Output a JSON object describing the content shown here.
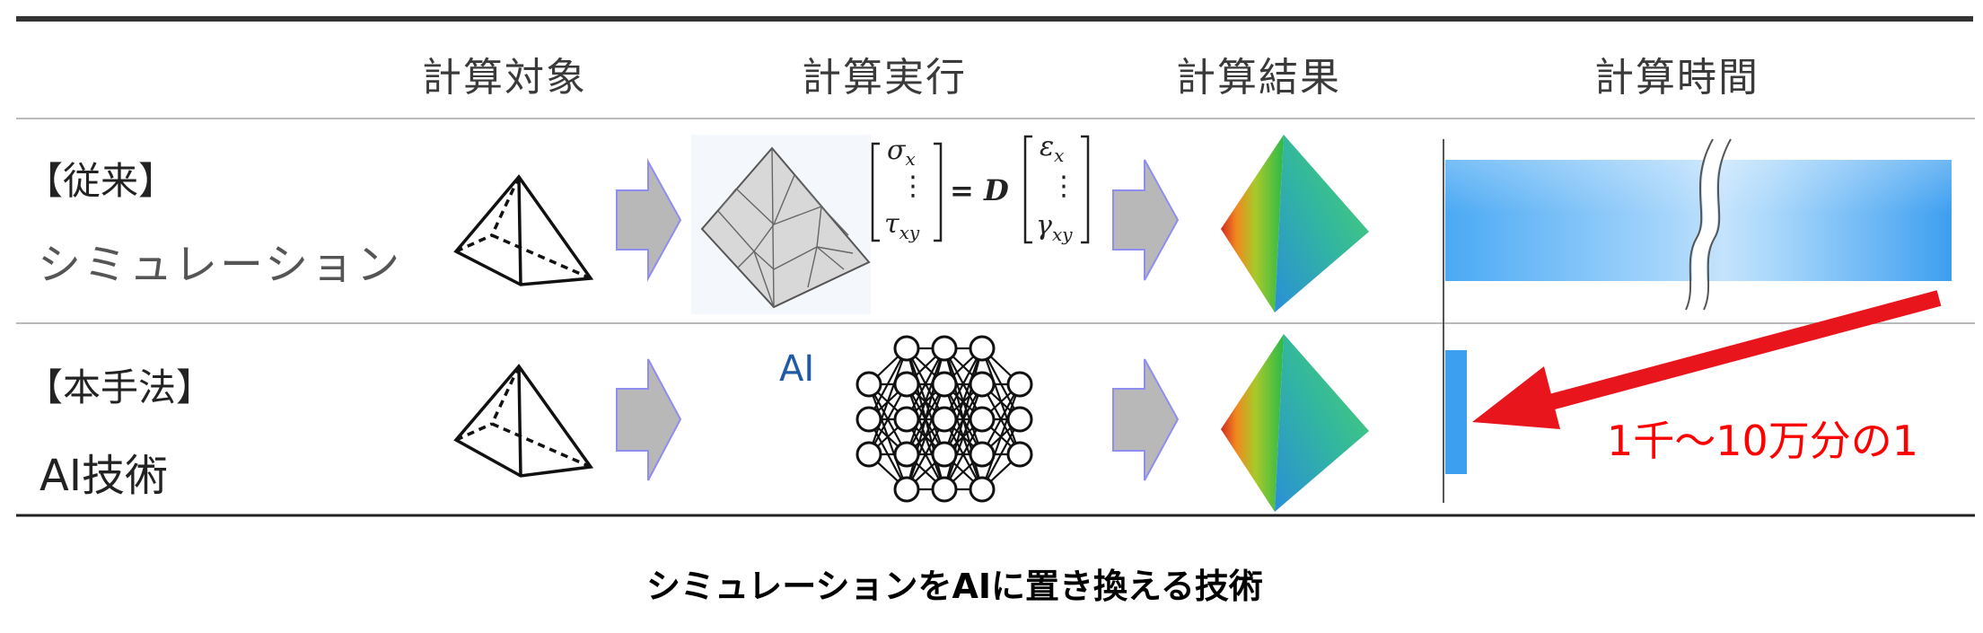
{
  "headers": {
    "target": "計算対象",
    "execution": "計算実行",
    "result": "計算結果",
    "time": "計算時間"
  },
  "rows": {
    "conventional": {
      "tag": "【従来】",
      "name": "シミュレーション"
    },
    "proposed": {
      "tag": "【本手法】",
      "name": "AI技術",
      "exec_label": "AI"
    }
  },
  "equation": {
    "lhs_top": "σ",
    "lhs_top_sub": "x",
    "lhs_bottom": "τ",
    "lhs_bottom_sub": "xy",
    "op": "= D",
    "rhs_top": "ε",
    "rhs_top_sub": "x",
    "rhs_bottom": "γ",
    "rhs_bottom_sub": "xy",
    "dots": "⋮"
  },
  "reduction_label": "1千～10万分の1",
  "caption": "シミュレーションをAIに置き換える技術",
  "colors": {
    "time_bar_conventional": "#46a8f5",
    "time_bar_proposed": "#3d9ff0",
    "arrow": "#e8161c",
    "process_arrow": "#b8b8b8",
    "process_arrow_outline": "#8e8ef0"
  }
}
